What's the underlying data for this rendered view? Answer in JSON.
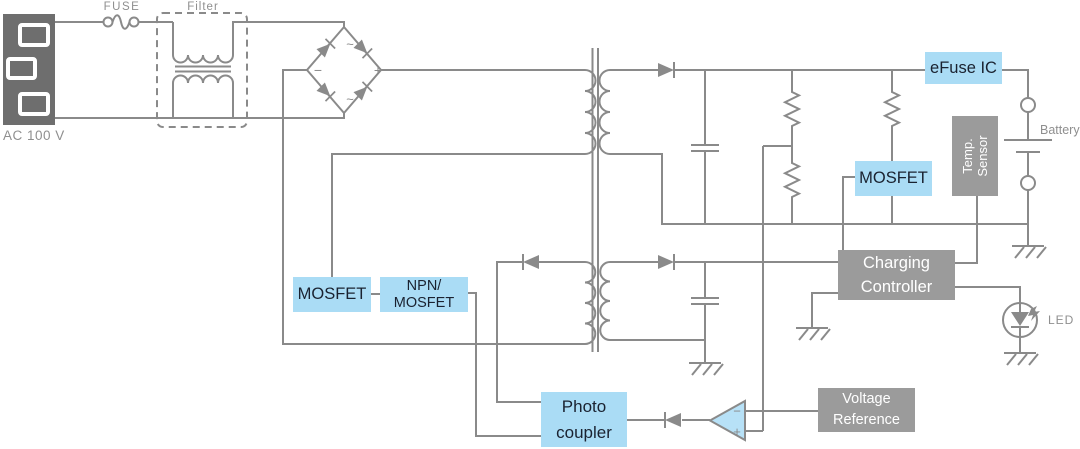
{
  "diagram": {
    "input": {
      "source_label": "AC 100 V",
      "fuse_label": "FUSE",
      "filter_label": "Filter"
    },
    "rectifier": {
      "ac_top": "~",
      "ac_bottom": "~",
      "minus": "−",
      "plus": "+"
    },
    "primary_side": {
      "mosfet_label": "MOSFET",
      "driver_line1": "NPN/",
      "driver_line2": "MOSFET",
      "photocoupler_line1": "Photo",
      "photocoupler_line2": "coupler"
    },
    "secondary_side": {
      "efuse_label": "eFuse IC",
      "battery_label": "Battery",
      "temp_sensor_line1": "Temp.",
      "temp_sensor_line2": "Sensor",
      "mosfet_label": "MOSFET",
      "charging_line1": "Charging",
      "charging_line2": "Controller",
      "voltage_ref_line1": "Voltage",
      "voltage_ref_line2": "Reference",
      "led_label": "LED"
    },
    "comparator": {
      "minus": "−",
      "plus": "+"
    }
  },
  "colors": {
    "wire": "#8a8a8a",
    "box_blue": "#aadcf5",
    "box_gray": "#9b9b9b",
    "comparator_fill": "#b7e1f7",
    "dark_text": "#1a2230",
    "gray_text": "#8f8f8f",
    "plug_body": "#6e6e6e",
    "background": "#ffffff"
  }
}
